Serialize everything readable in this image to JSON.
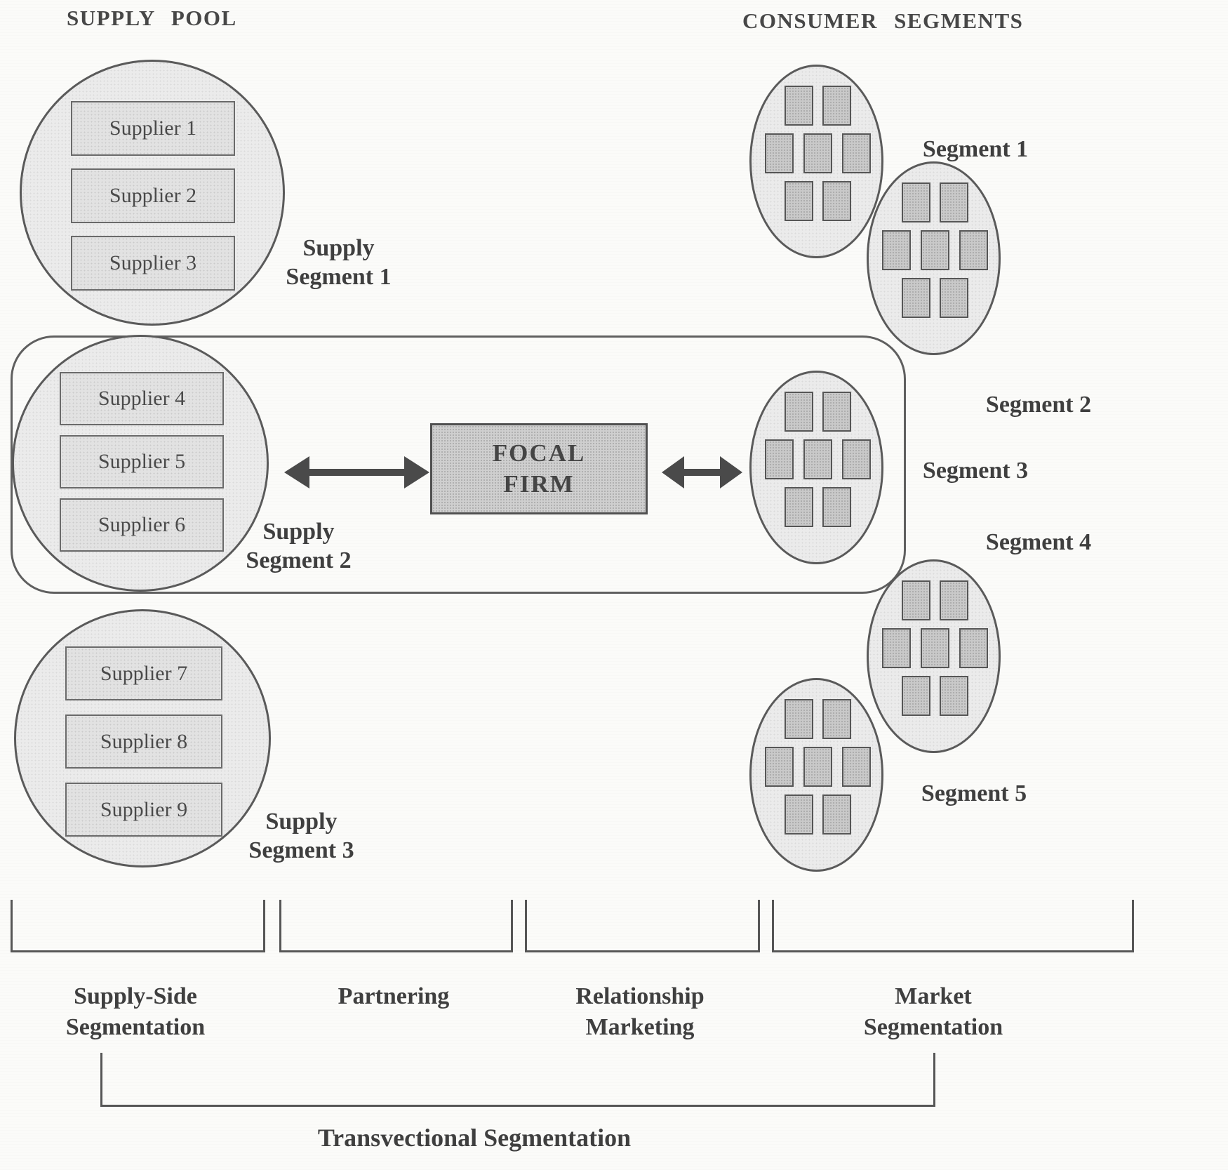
{
  "headers": {
    "supply_pool": "SUPPLY POOL",
    "consumer_segments": "CONSUMER SEGMENTS"
  },
  "supply_segments": [
    {
      "label_line1": "Supply",
      "label_line2": "Segment 1",
      "suppliers": [
        "Supplier 1",
        "Supplier 2",
        "Supplier 3"
      ]
    },
    {
      "label_line1": "Supply",
      "label_line2": "Segment 2",
      "suppliers": [
        "Supplier 4",
        "Supplier 5",
        "Supplier 6"
      ]
    },
    {
      "label_line1": "Supply",
      "label_line2": "Segment 3",
      "suppliers": [
        "Supplier 7",
        "Supplier 8",
        "Supplier 9"
      ]
    }
  ],
  "focal_firm": {
    "line1": "FOCAL",
    "line2": "FIRM"
  },
  "consumer_segments": [
    {
      "label": "Segment 1"
    },
    {
      "label": "Segment 2"
    },
    {
      "label": "Segment 3"
    },
    {
      "label": "Segment 4"
    },
    {
      "label": "Segment 5"
    }
  ],
  "process_brackets": [
    {
      "line1": "Supply-Side",
      "line2": "Segmentation"
    },
    {
      "line1": "Partnering",
      "line2": ""
    },
    {
      "line1": "Relationship",
      "line2": "Marketing"
    },
    {
      "line1": "Market",
      "line2": "Segmentation"
    }
  ],
  "overall_label": "Transvectional Segmentation",
  "colors": {
    "line": "#565656",
    "text": "#3f3f3f",
    "fill_light": "#ebebeb",
    "fill_mid": "#cfcfcf",
    "square_fill": "#c9c9c9"
  }
}
